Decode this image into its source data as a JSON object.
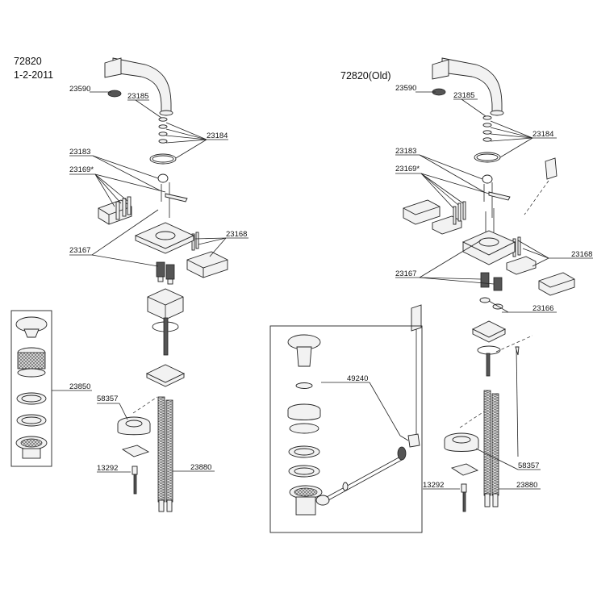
{
  "left_diagram": {
    "model": "72820",
    "date": "1-2-2011",
    "parts": {
      "p23590": "23590",
      "p23185": "23185",
      "p23184": "23184",
      "p23183": "23183",
      "p23169": "23169*",
      "p23168": "23168",
      "p23167": "23167",
      "p23850": "23850",
      "p58357": "58357",
      "p13292": "13292",
      "p23880": "23880"
    }
  },
  "right_diagram": {
    "model": "72820(Old)",
    "parts": {
      "p23590": "23590",
      "p23185": "23185",
      "p23184": "23184",
      "p23183": "23183",
      "p23169": "23169*",
      "p23168": "23168",
      "p23167": "23167",
      "p23166": "23166",
      "p49240": "49240",
      "p58357": "58357",
      "p13292": "13292",
      "p23880": "23880"
    }
  }
}
